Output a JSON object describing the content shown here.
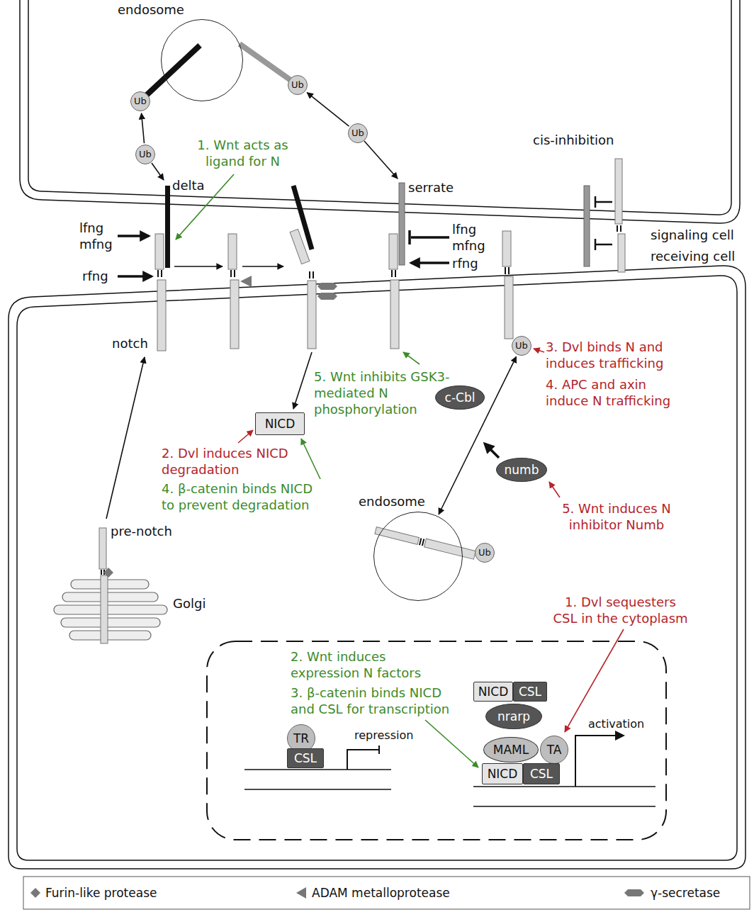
{
  "diagram": {
    "nodes": [
      {
        "text": [
          "endosome"
        ]
      },
      {
        "text": [
          "Ub"
        ]
      },
      {
        "text": [
          "Ub"
        ]
      },
      {
        "text": [
          "Ub"
        ]
      },
      {
        "text": [
          "Ub"
        ]
      },
      {
        "text": [
          "NICD"
        ]
      },
      {
        "text": [
          "c-Cbl"
        ]
      },
      {
        "text": [
          "Ub"
        ]
      },
      {
        "text": [
          "numb"
        ]
      },
      {
        "text": [
          "endosome"
        ]
      },
      {
        "text": [
          "Ub"
        ]
      },
      {
        "text": [
          "TR"
        ]
      },
      {
        "text": [
          "CSL"
        ]
      },
      {
        "text": [
          "NICD"
        ]
      },
      {
        "text": [
          "CSL"
        ]
      },
      {
        "text": [
          "nrarp"
        ]
      },
      {
        "text": [
          "MAML"
        ]
      },
      {
        "text": [
          "TA"
        ]
      },
      {
        "text": [
          "NICD"
        ]
      },
      {
        "text": [
          "CSL"
        ]
      }
    ],
    "edges": [
      {
        "from": 3,
        "to": 1,
        "arrow": "to"
      },
      {
        "from": 4,
        "to": 2,
        "arrow": "to"
      },
      {
        "from": 7,
        "to": 9,
        "arrow": "both"
      }
    ],
    "labels": [
      "1. Wnt acts as ligand for N",
      "delta",
      "serrate",
      "cis-inhibition",
      "signaling cell",
      "lfng mfng",
      "lfng mfng",
      "rfng",
      "rfng",
      "receiving cell",
      "notch",
      "5. Wnt inhibits GSK3-mediated N phosphorylation",
      "3. Dvl binds N and induces trafficking",
      "4. APC and axin induce N trafficking",
      "2. Dvl induces NICD degradation",
      "4. β-catenin binds NICD to prevent degradation",
      "pre-notch",
      "5. Wnt induces N inhibitor Numb",
      "Golgi",
      "1. Dvl sequesters CSL in the cytoplasm",
      "2. Wnt induces expression N factors",
      "3. β-catenin binds NICD and CSL for transcription",
      "repression",
      "activation"
    ],
    "legend": [
      {
        "text": "Furin-like protease"
      },
      {
        "text": "ADAM metalloprotease"
      },
      {
        "text": "γ-secretase"
      }
    ]
  }
}
